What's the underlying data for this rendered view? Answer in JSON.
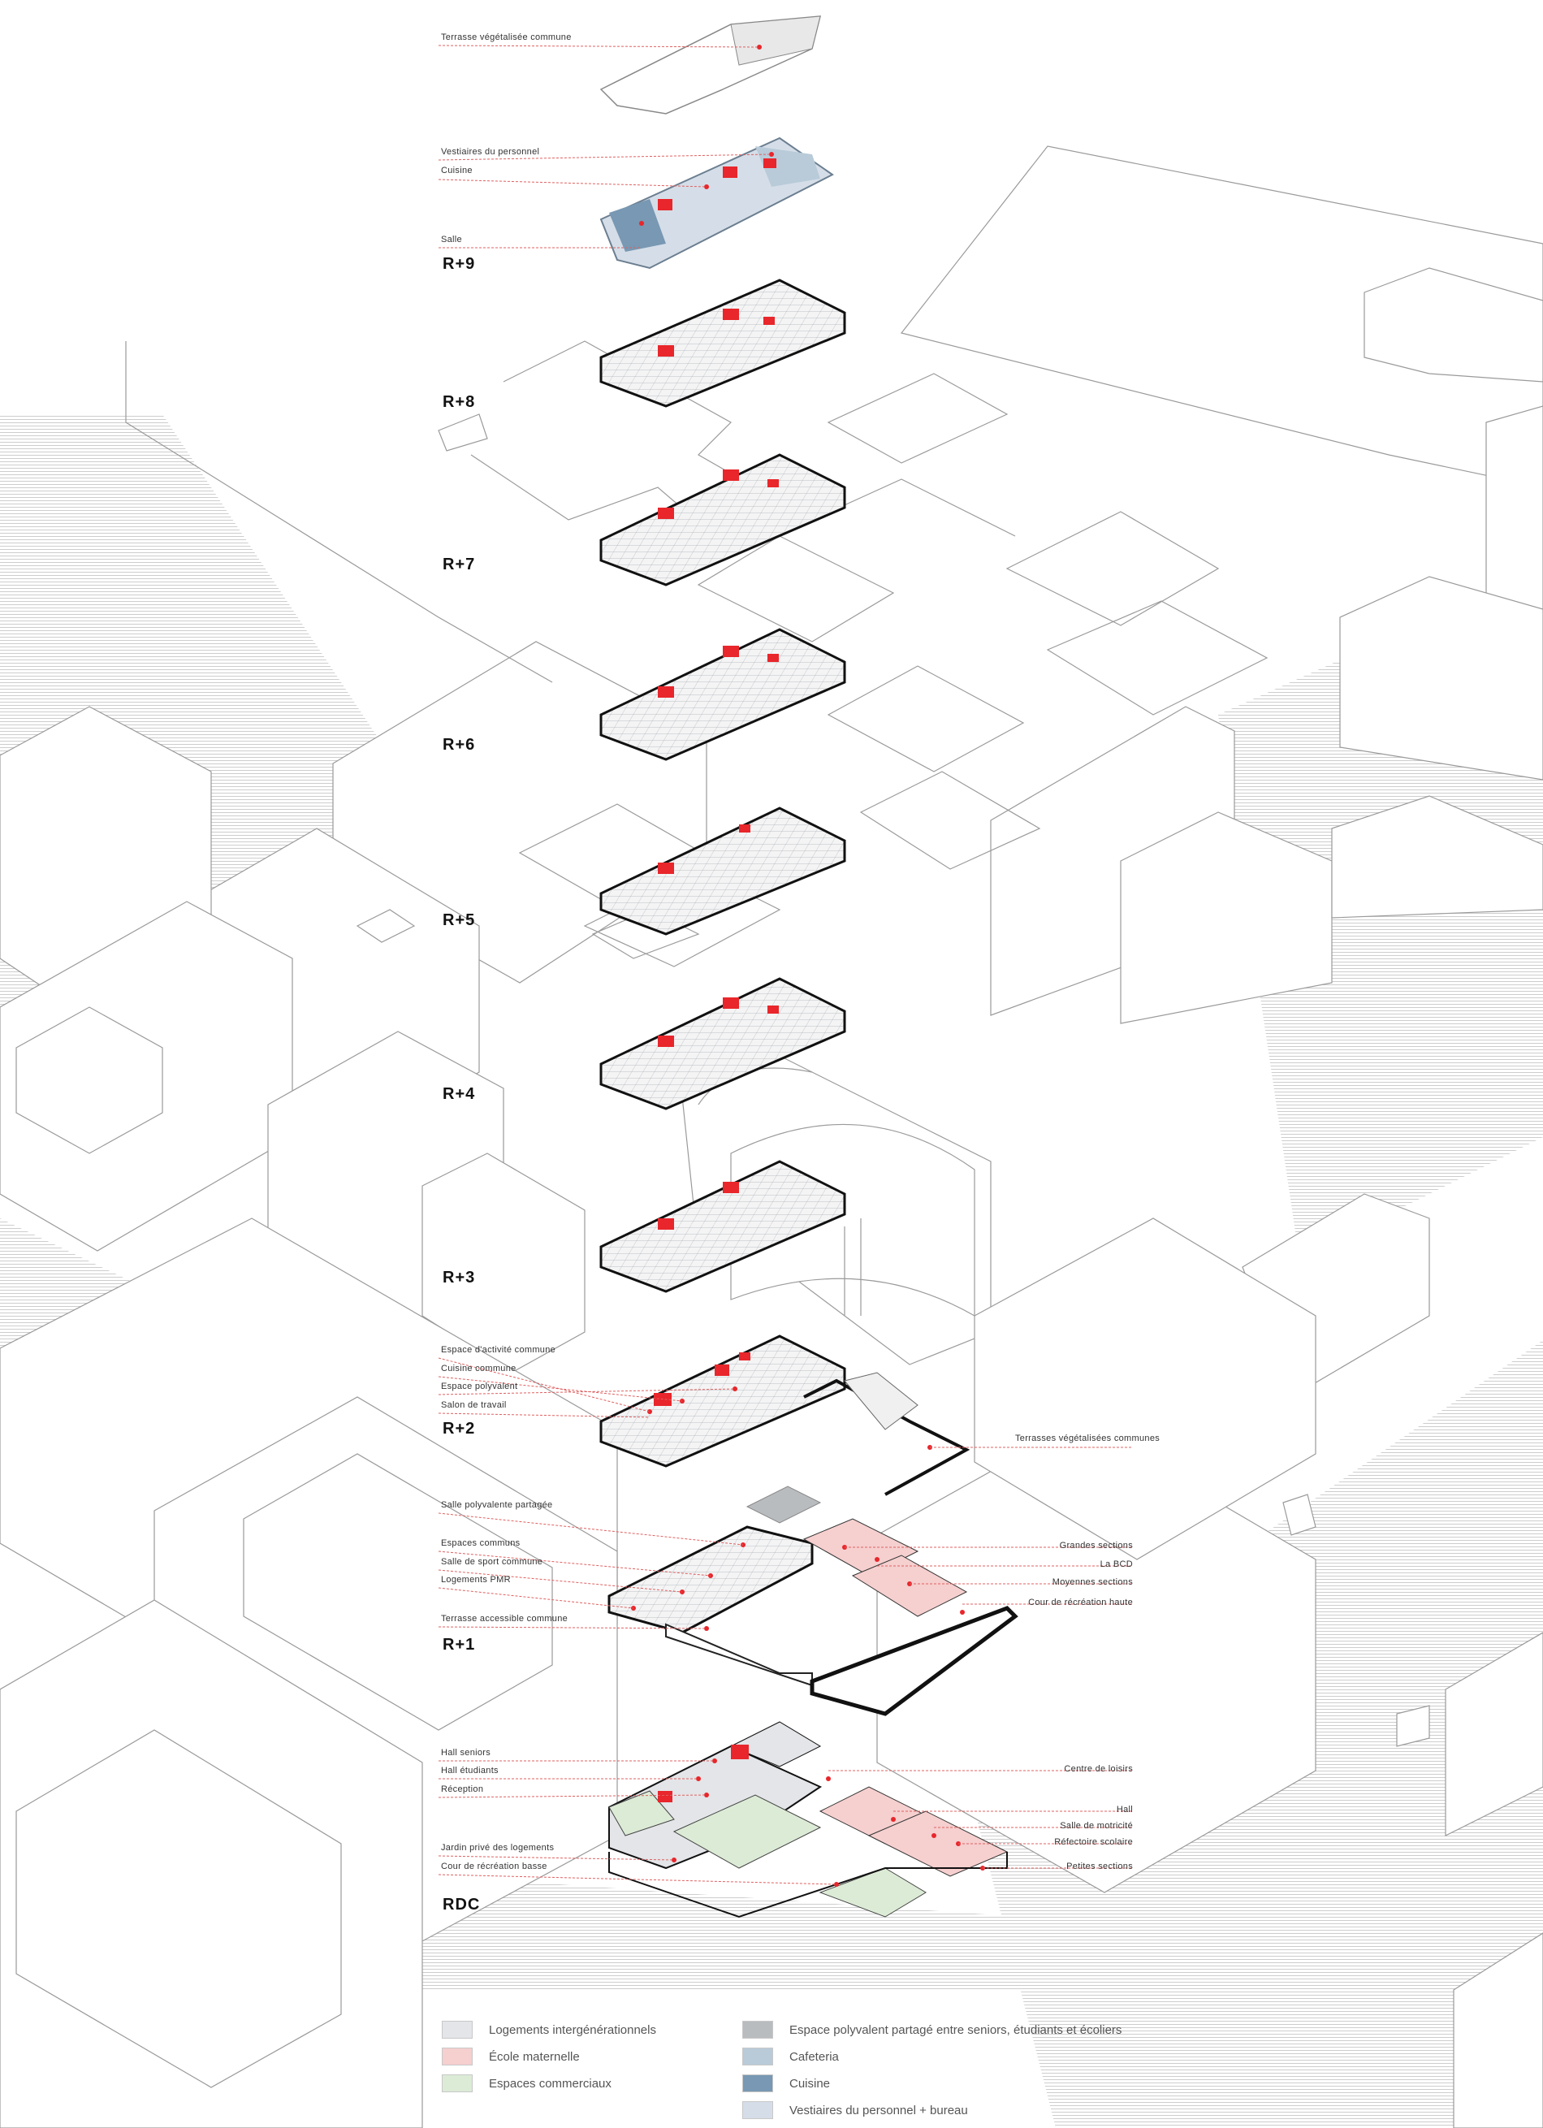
{
  "floors": [
    "R+9",
    "R+8",
    "R+7",
    "R+6",
    "R+5",
    "R+4",
    "R+3",
    "R+2",
    "R+1",
    "RDC"
  ],
  "labels": {
    "terrasse_vegetalisee": "Terrasse végétalisée commune",
    "vestiaires": "Vestiaires du personnel",
    "cuisine": "Cuisine",
    "salle": "Salle",
    "espace_activite": "Espace d'activité commune",
    "cuisine_commune": "Cuisine commune",
    "espace_polyvalent": "Espace polyvalent",
    "salon_travail": "Salon de travail",
    "terrasses_vegetalisees": "Terrasses végétalisées communes",
    "salle_polyvalente": "Salle polyvalente partagée",
    "espaces_communs": "Espaces communs",
    "salle_sport": "Salle de sport commune",
    "logements_pmr": "Logements PMR",
    "terrasse_accessible": "Terrasse accessible commune",
    "grandes_sections": "Grandes sections",
    "la_bcd": "La BCD",
    "moyennes_sections": "Moyennes sections",
    "cour_haute": "Cour de récréation haute",
    "hall_seniors": "Hall seniors",
    "hall_etudiants": "Hall étudiants",
    "reception": "Réception",
    "jardin_prive": "Jardin privé des logements",
    "cour_basse": "Cour de récréation basse",
    "centre_loisirs": "Centre de loisirs",
    "hall": "Hall",
    "salle_motricite": "Salle de motricité",
    "refectoire": "Réfectoire scolaire",
    "petites_sections": "Petites sections"
  },
  "legend": [
    {
      "label": "Logements intergénérationnels",
      "color": "#e3e5e8"
    },
    {
      "label": "École maternelle",
      "color": "#f6cfcf"
    },
    {
      "label": "Espaces commerciaux",
      "color": "#dcebd6"
    },
    {
      "label": "Espace polyvalent partagé entre seniors, étudiants et écoliers",
      "color": "#b9bcbf"
    },
    {
      "label": "Cafeteria",
      "color": "#b9cbd9"
    },
    {
      "label": "Cuisine",
      "color": "#7898b3"
    },
    {
      "label": "Vestiaires du personnel + bureau",
      "color": "#d5dee8"
    }
  ],
  "colors": {
    "accent_red": "#e8262b",
    "leader_line": "#e06060",
    "context_stroke": "#9a9a9a",
    "hatch": "#c8c8c8",
    "floor_outline": "#111111"
  }
}
